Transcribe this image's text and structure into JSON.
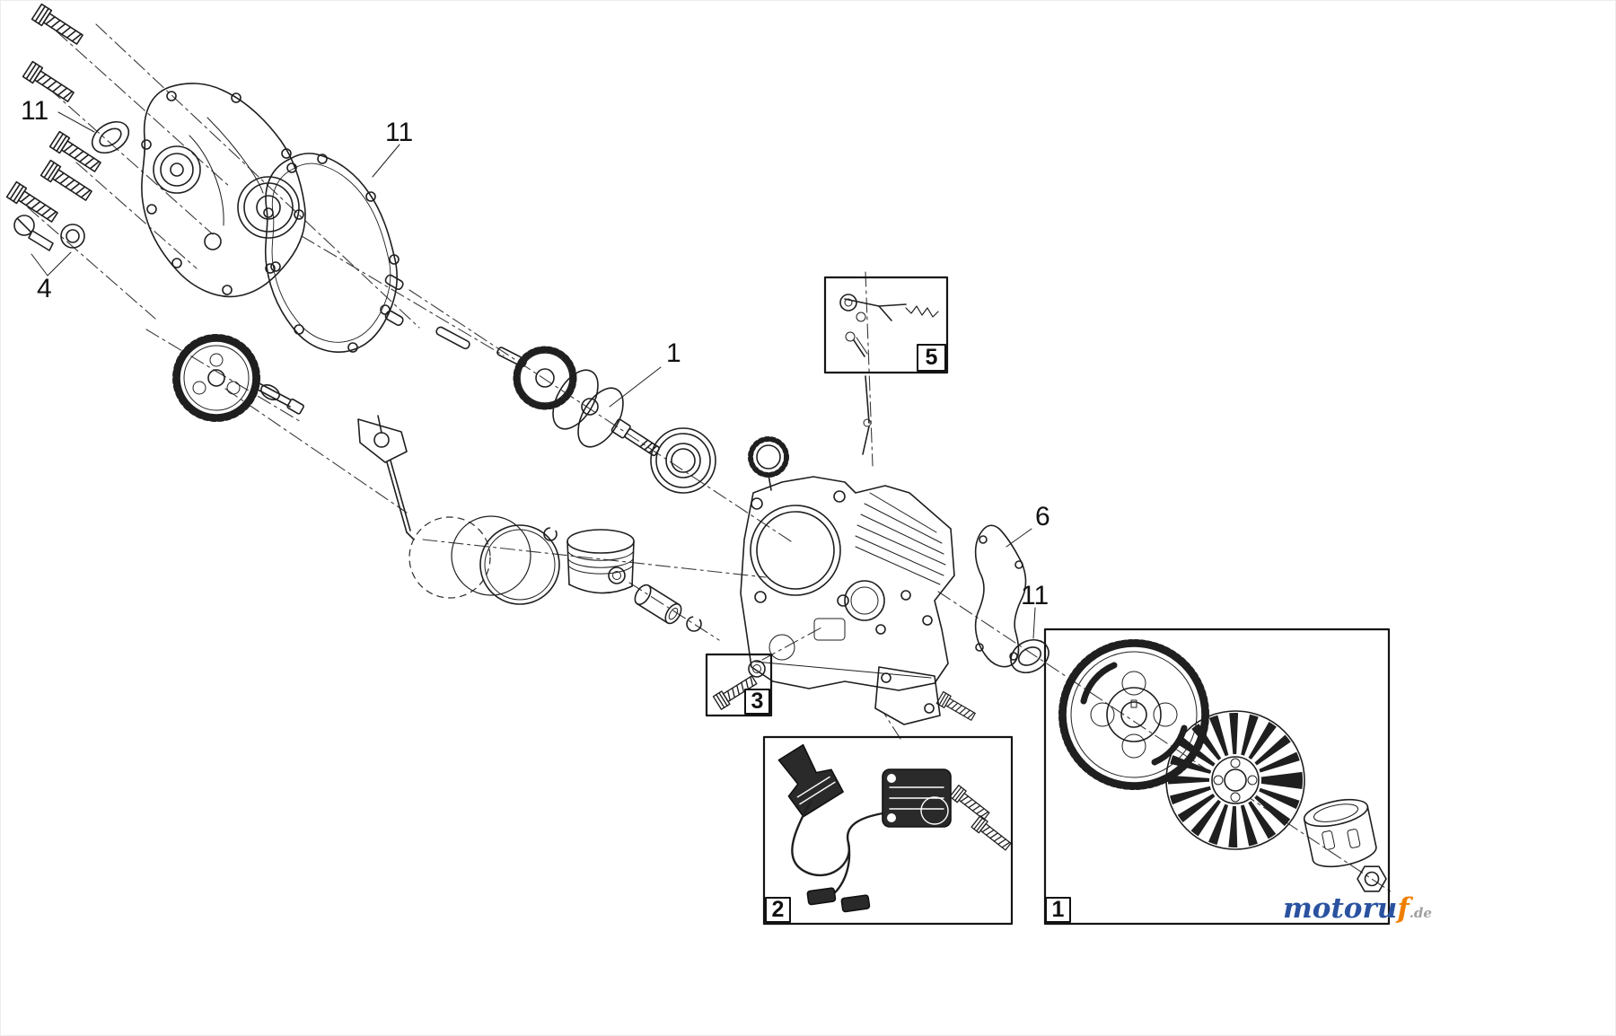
{
  "diagram": {
    "background": "#ffffff",
    "line_color": "#1f1f1f",
    "callouts": {
      "oil_seal_top_left": {
        "label": "11"
      },
      "drain_plug": {
        "label": "4"
      },
      "cover_gasket": {
        "label": "11"
      },
      "crankshaft": {
        "label": "1"
      },
      "cylinder_gasket": {
        "label": "6"
      },
      "oil_seal_pto": {
        "label": "11"
      }
    },
    "detail_boxes": {
      "governor_control": {
        "label": "5"
      },
      "mount_bolt": {
        "label": "3"
      },
      "ignition_kit": {
        "label": "2"
      },
      "flywheel_kit": {
        "label": "1"
      }
    }
  },
  "watermark": {
    "main": "motoru",
    "accent": "f",
    "suffix": ".de",
    "main_color": "#2a52a0",
    "accent_color": "#f07f00",
    "suffix_color": "#a0a0a0"
  }
}
